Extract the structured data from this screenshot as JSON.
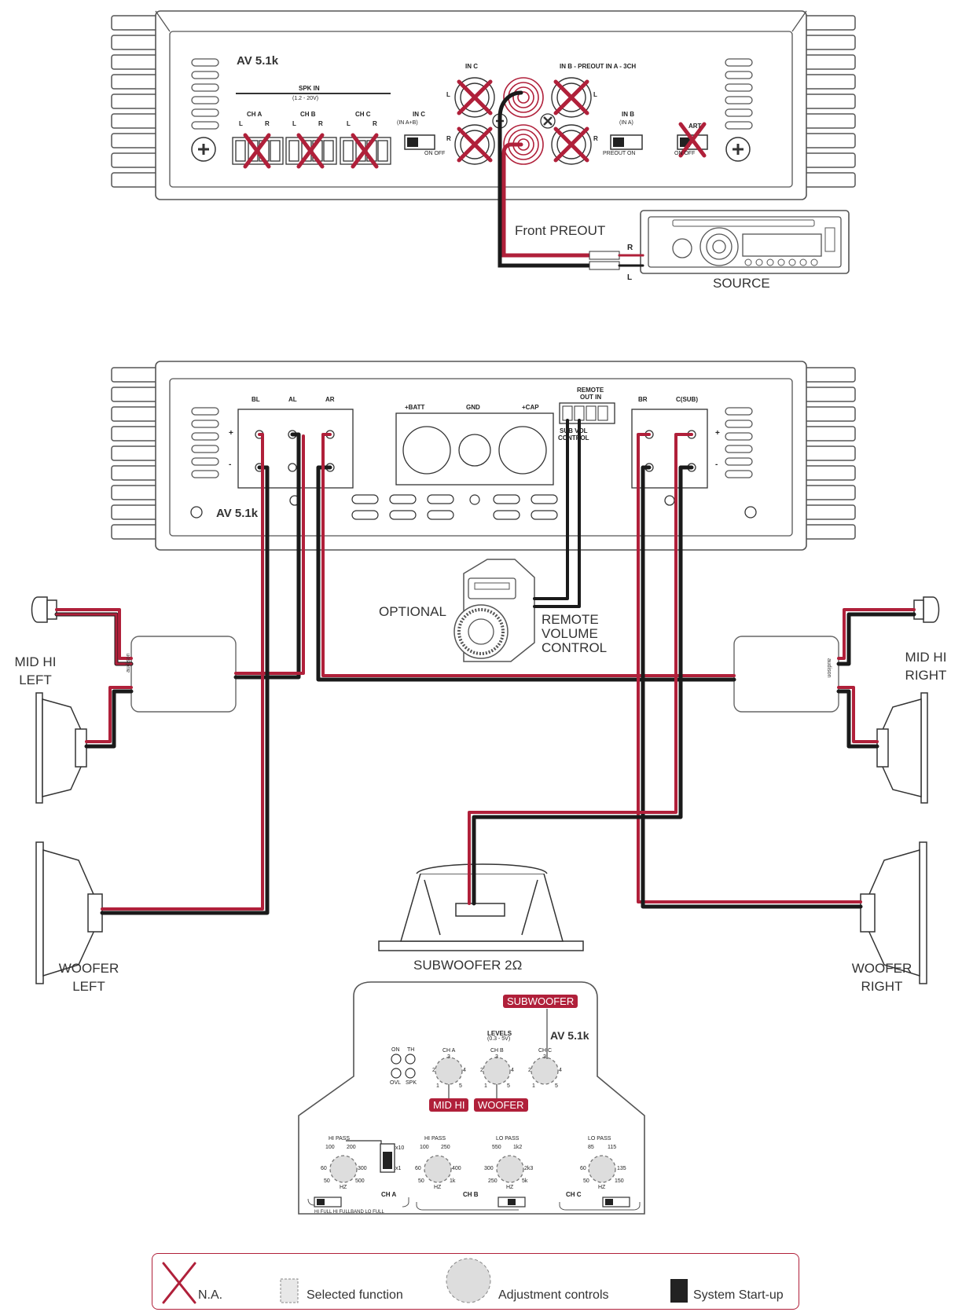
{
  "preout_amp": {
    "model": "AV 5.1k",
    "spk_in_title": "SPK IN",
    "spk_in_range": "(1.2 - 20V)",
    "ch_a": "CH A",
    "ch_b": "CH B",
    "ch_c": "CH C",
    "l": "L",
    "r": "R",
    "plus": "+",
    "minus": "-",
    "in_c": "IN C",
    "in_c_ab": "IN C",
    "in_c_ab_sub": "(IN A+B)",
    "on_off": "ON  OFF",
    "in_b_preout": "IN B - PREOUT IN A - 3CH",
    "in_b": "IN B",
    "in_b_sub": "(IN A)",
    "preout_on": "PREOUT    ON",
    "art": "ART",
    "art_on_off": "ON      OFF"
  },
  "source": {
    "front_preout": "Front PREOUT",
    "r": "R",
    "l": "L",
    "label": "SOURCE"
  },
  "power_amp": {
    "model": "AV 5.1k",
    "bl": "BL",
    "al": "AL",
    "ar": "AR",
    "br": "BR",
    "csub": "C(SUB)",
    "batt": "+BATT",
    "gnd": "GND",
    "cap": "+CAP",
    "remote": "REMOTE",
    "out_in": "OUT  IN",
    "sub_vol": "SUB VOL",
    "control": "CONTROL",
    "plus": "+",
    "minus": "-"
  },
  "speakers": {
    "optional": "OPTIONAL",
    "remote_volume": [
      "REMOTE",
      "VOLUME",
      "CONTROL"
    ],
    "mid_hi_left": [
      "MID HI",
      "LEFT"
    ],
    "mid_hi_right": [
      "MID HI",
      "RIGHT"
    ],
    "woofer_left": [
      "WOOFER",
      "LEFT"
    ],
    "woofer_right": [
      "WOOFER",
      "RIGHT"
    ],
    "subwoofer": "SUBWOOFER 2Ω",
    "brand": "audison"
  },
  "panel": {
    "model": "AV 5.1k",
    "subwoofer_tag": "SUBWOOFER",
    "mid_hi_tag": "MID HI",
    "woofer_tag": "WOOFER",
    "levels": "LEVELS",
    "levels_range": "(0.3 - 5V)",
    "on": "ON",
    "th": "TH",
    "ovl": "OVL",
    "spk": "SPK",
    "ch_a": "CH A",
    "ch_b": "CH B",
    "ch_c": "CH C",
    "hi_pass": "HI PASS",
    "lo_pass": "LO PASS",
    "hz": "HZ",
    "bottom_switch": "HI FULL HI FULLBAND LO FULL",
    "x10": "x10",
    "x1": "x1",
    "scale_level": [
      "2",
      "3",
      "4",
      "1",
      "5"
    ],
    "scale_hp_a": [
      "100",
      "200",
      "60",
      "300",
      "50",
      "500"
    ],
    "scale_hp_b": [
      "100",
      "250",
      "60",
      "400",
      "50",
      "1k"
    ],
    "scale_lp_b": [
      "550",
      "1k2",
      "300",
      "2k3",
      "250",
      "5k"
    ],
    "scale_lp_c": [
      "85",
      "115",
      "60",
      "135",
      "50",
      "150"
    ]
  },
  "legend": {
    "na": "N.A.",
    "selected": "Selected function",
    "adjustment": "Adjustment controls",
    "startup": "System Start-up"
  },
  "colors": {
    "wire_red": "#b0203a",
    "wire_black": "#1a1a1a",
    "outline": "#555555"
  }
}
